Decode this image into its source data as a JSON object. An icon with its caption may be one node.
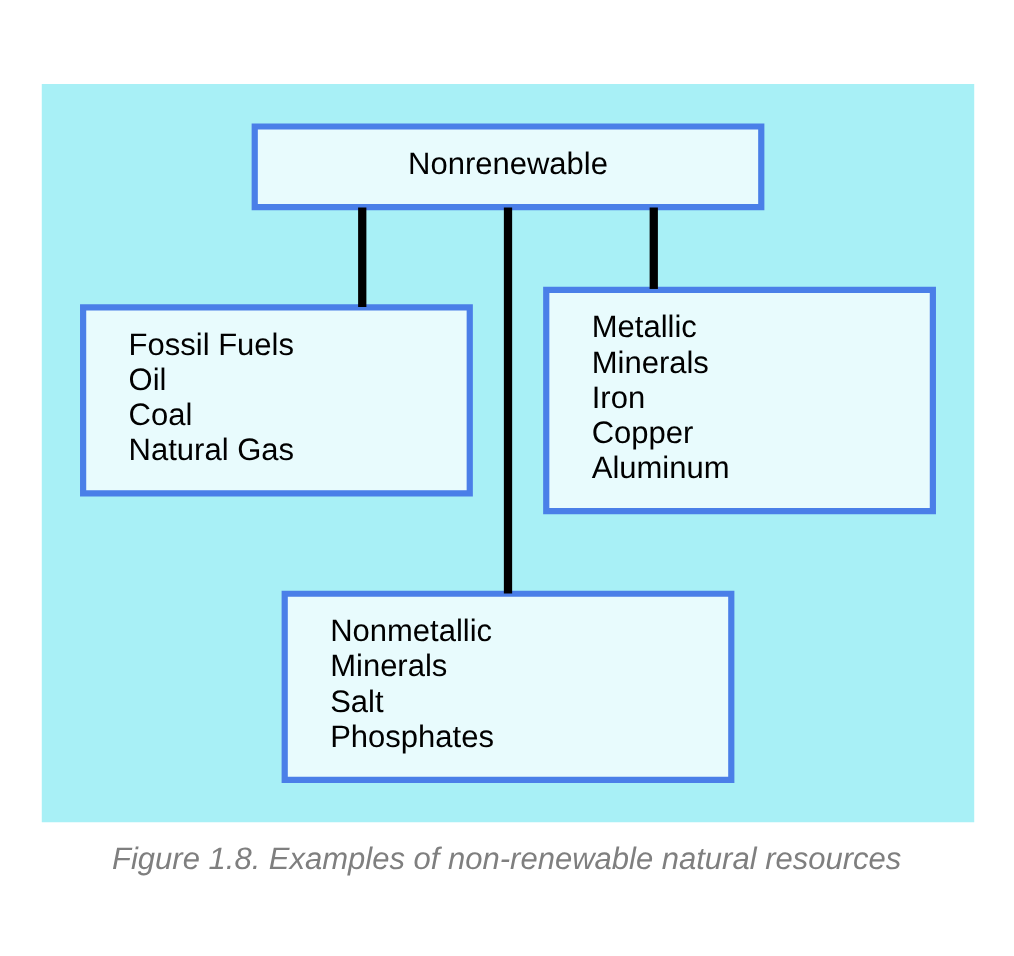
{
  "diagram": {
    "caption": "Figure 1.8. Examples of non-renewable natural resources",
    "nodes": [
      {
        "text": [],
        "shape": "box"
      },
      {
        "text": [
          "Nonrenewable"
        ],
        "in": 0
      },
      {
        "text": [
          "Fossil Fuels",
          "Oil",
          "Coal",
          "Natural Gas"
        ],
        "in": 0
      },
      {
        "text": [
          "Metallic Minerals",
          "Iron",
          "Copper",
          "Aluminum"
        ],
        "in": 0
      },
      {
        "text": [
          "Nonmetallic Minerals",
          "Salt",
          "Phosphates"
        ],
        "in": 0
      }
    ],
    "edges": [
      {
        "from": 1,
        "to": 2,
        "arrow": "none"
      },
      {
        "from": 1,
        "to": 4,
        "arrow": "none"
      },
      {
        "from": 1,
        "to": 3,
        "arrow": "none"
      }
    ]
  }
}
